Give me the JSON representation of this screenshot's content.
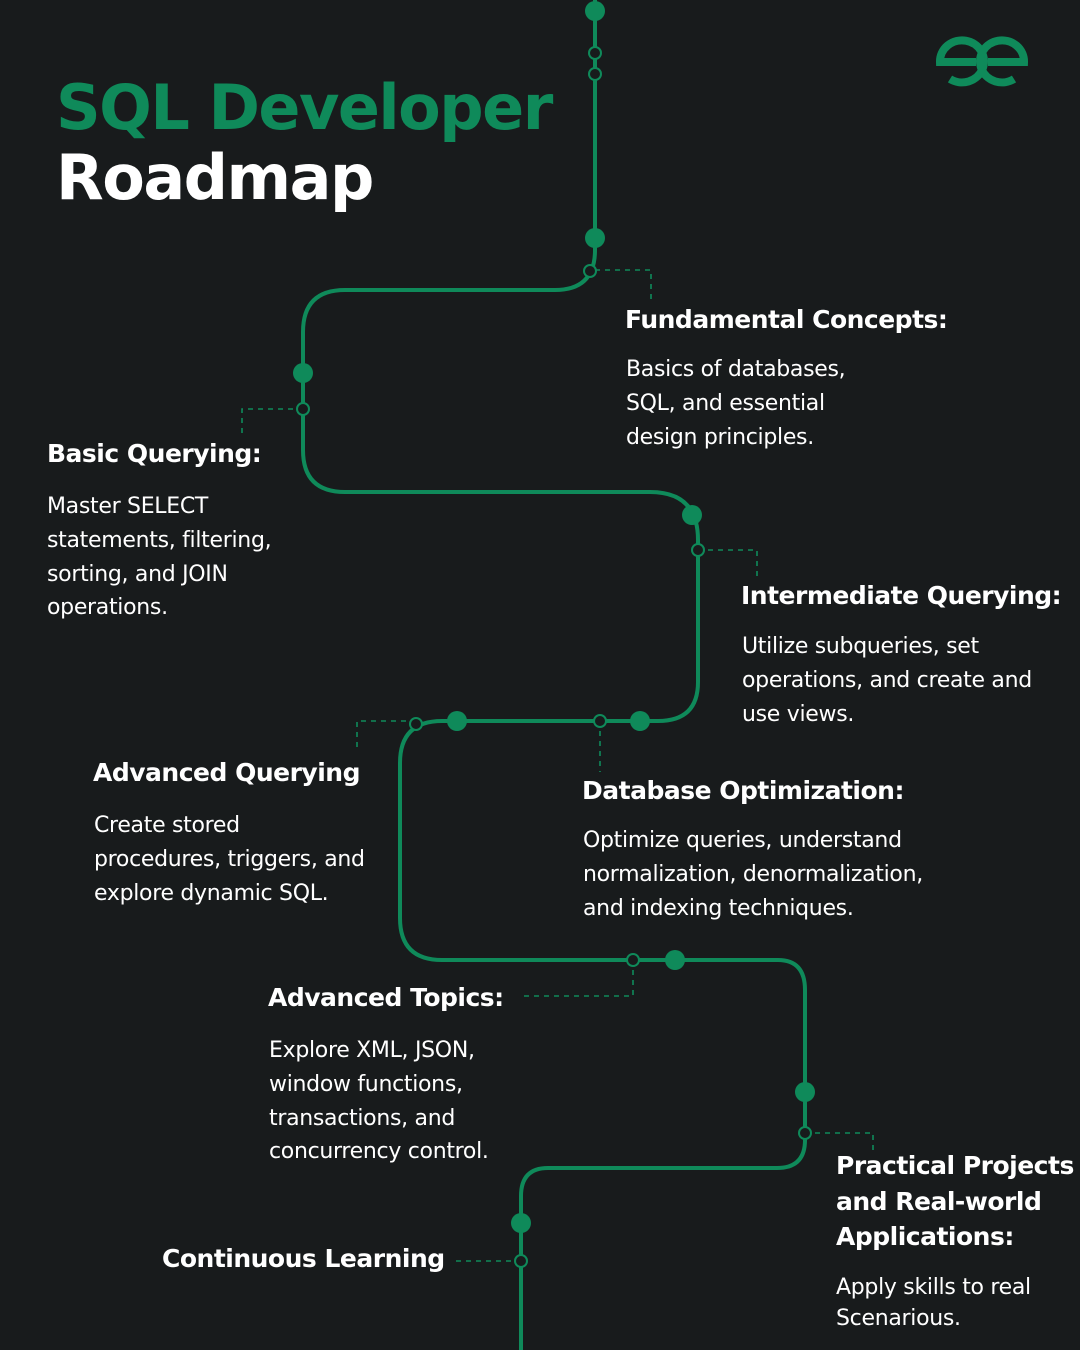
{
  "title": {
    "line1": "SQL Developer",
    "line2": "Roadmap"
  },
  "colors": {
    "background": "#181b1c",
    "accent": "#0f8a5a",
    "text": "#ffffff"
  },
  "logo_icon": "gfg-logo-icon",
  "steps": [
    {
      "heading": "Fundamental Concepts:",
      "lines": [
        "Basics of databases,",
        "SQL, and essential",
        "design principles."
      ]
    },
    {
      "heading": "Basic Querying:",
      "lines": [
        "Master SELECT",
        "statements, filtering,",
        "sorting, and JOIN",
        "operations."
      ]
    },
    {
      "heading": "Intermediate Querying:",
      "lines": [
        "Utilize subqueries, set",
        "operations, and create and",
        "use views."
      ]
    },
    {
      "heading": "Advanced Querying",
      "lines": [
        "Create stored",
        "procedures, triggers, and",
        "explore dynamic SQL."
      ]
    },
    {
      "heading": "Database Optimization:",
      "lines": [
        "Optimize queries, understand",
        "normalization, denormalization,",
        "and indexing techniques."
      ]
    },
    {
      "heading": "Advanced Topics:",
      "lines": [
        "Explore XML, JSON,",
        "window functions,",
        "transactions, and",
        "concurrency control."
      ]
    },
    {
      "heading": "Practical Projects",
      "heading_line2": "and Real-world",
      "heading_line3": "Applications:",
      "lines": [
        "Apply skills to real",
        "Scenarious."
      ]
    },
    {
      "heading": "Continuous Learning",
      "lines": []
    }
  ]
}
